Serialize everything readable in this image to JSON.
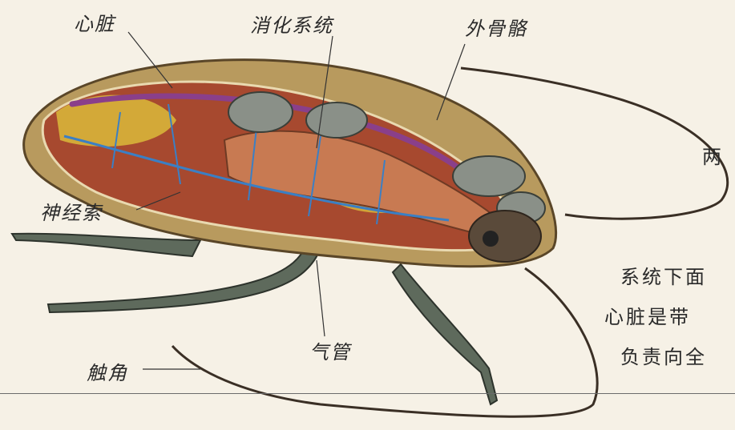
{
  "labels": {
    "heart": "心脏",
    "digestive": "消化系统",
    "exoskeleton": "外骨骼",
    "nerve_cord": "神经索",
    "trachea": "气管",
    "antenna": "触角"
  },
  "side_text": {
    "line1": "两",
    "line2": "系统下面",
    "line3": "心脏是带",
    "line4": "负责向全"
  },
  "colors": {
    "shell": "#b89a5e",
    "gut": "#c87a52",
    "nerve": "#3b7fc4",
    "heart": "#8a3f8a",
    "fat_body": "#d8b43a",
    "legs": "#5e6a5c"
  }
}
